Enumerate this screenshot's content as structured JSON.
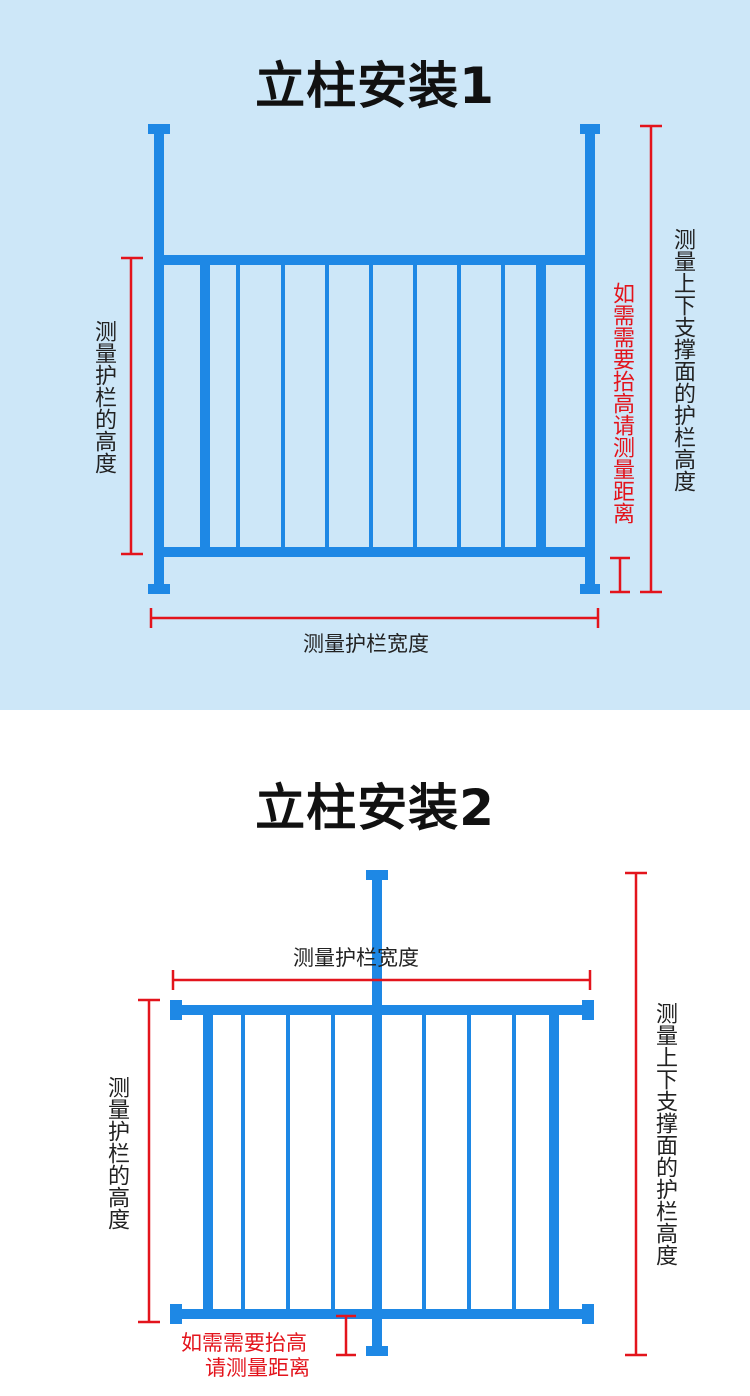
{
  "colors": {
    "top_background": "#cde7f8",
    "bottom_background": "#ffffff",
    "rail": "#1e88e5",
    "dimension": "#e3141c",
    "text": "#222222"
  },
  "panel1": {
    "title": "立柱安装1",
    "label_height": "测量护栏的高度",
    "label_raise": "如需需要抬高请测量距离",
    "label_total_height": "测量上下支撑面的护栏高度",
    "label_width": "测量护栏宽度"
  },
  "panel2": {
    "title": "立柱安装2",
    "label_width": "测量护栏宽度",
    "label_height": "测量护栏的高度",
    "label_total_height": "测量上下支撑面的护栏高度",
    "label_raise_line1": "如需需要抬高",
    "label_raise_line2": "请测量距离"
  }
}
